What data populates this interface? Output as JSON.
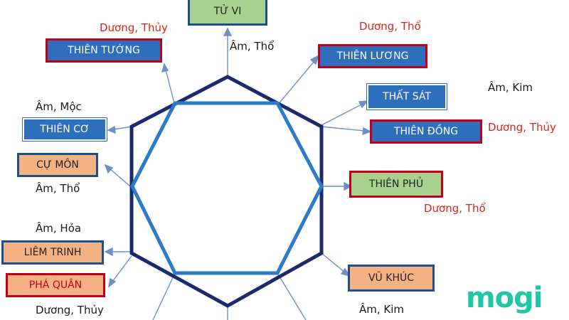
{
  "center_pole": "TỬ VI",
  "stars": [
    {
      "id": "thien-tuong",
      "label": "THIÊN TƯỚNG",
      "style": "blue-red"
    },
    {
      "id": "thien-co",
      "label": "THIÊN CƠ",
      "style": "blue-plain"
    },
    {
      "id": "cu-mon",
      "label": "CỰ MÔN",
      "style": "salmon-blue"
    },
    {
      "id": "liem-trinh",
      "label": "LIÊM TRINH",
      "style": "salmon-blue"
    },
    {
      "id": "pha-quan",
      "label": "PHÁ QUÂN",
      "style": "salmon-red"
    },
    {
      "id": "thien-luong",
      "label": "THIÊN LƯƠNG",
      "style": "blue-red"
    },
    {
      "id": "that-sat",
      "label": "THẤT SÁT",
      "style": "blue-plain"
    },
    {
      "id": "thien-dong",
      "label": "THIÊN ĐỒNG",
      "style": "blue-red"
    },
    {
      "id": "thien-phu",
      "label": "THIÊN PHỦ",
      "style": "green-red"
    },
    {
      "id": "vu-khuc",
      "label": "VŨ KHÚC",
      "style": "salmon-blue"
    }
  ],
  "annotations": [
    {
      "id": "note-1",
      "text": "Dương, Thủy"
    },
    {
      "id": "note-2",
      "text": "Âm, Thổ"
    },
    {
      "id": "note-3",
      "text": "Dương, Thổ"
    },
    {
      "id": "note-4",
      "text": "Âm, Kim"
    },
    {
      "id": "note-5",
      "text": "Âm, Mộc"
    },
    {
      "id": "note-6",
      "text": "Dương, Thủy"
    },
    {
      "id": "note-7",
      "text": "Âm, Thổ"
    },
    {
      "id": "note-8",
      "text": "Dương, Thổ"
    },
    {
      "id": "note-9",
      "text": "Âm, Hỏa"
    },
    {
      "id": "note-10",
      "text": "Dương, Thủy"
    },
    {
      "id": "note-11",
      "text": "Âm, Kim"
    }
  ],
  "logo": "mogi",
  "colors": {
    "hexagon": "#1a2a6c",
    "octagon": "#2b7bc9",
    "arrows": "#6d8fc7",
    "red_text": "#d9261c",
    "red_border": "#c0001a",
    "logo": "#1fc7a4"
  }
}
